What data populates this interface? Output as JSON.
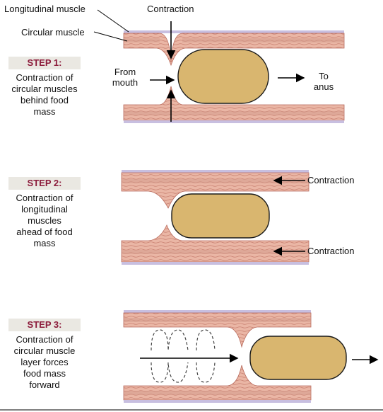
{
  "labels": {
    "longitudinal_muscle": "Longitudinal muscle",
    "circular_muscle": "Circular muscle",
    "contraction_top": "Contraction",
    "from_mouth_line1": "From",
    "from_mouth_line2": "mouth",
    "to_anus_line1": "To",
    "to_anus_line2": "anus",
    "contraction_step2_top": "Contraction",
    "contraction_step2_bottom": "Contraction"
  },
  "steps": [
    {
      "title": "STEP 1:",
      "lines": [
        "Contraction of",
        "circular muscles",
        "behind food",
        "mass"
      ]
    },
    {
      "title": "STEP 2:",
      "lines": [
        "Contraction of",
        "longitudinal",
        "muscles",
        "ahead of food",
        "mass"
      ]
    },
    {
      "title": "STEP 3:",
      "lines": [
        "Contraction of",
        "circular muscle",
        "layer forces",
        "food mass",
        "forward"
      ]
    }
  ],
  "colors": {
    "muscle": "#e9b3a3",
    "muscle_fiber": "#c97e6e",
    "outer_layer": "#c8bfe0",
    "food_mass": "#d9b66f",
    "step_box": "#eae8e2",
    "step_title": "#8b1a3a"
  }
}
